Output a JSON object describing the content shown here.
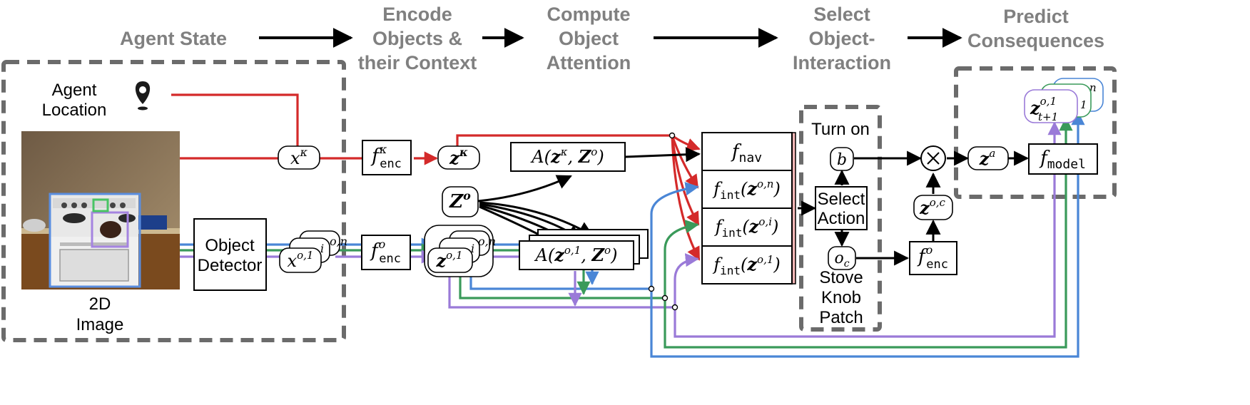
{
  "stages": {
    "agent_state": "Agent State",
    "encode_line1": "Encode",
    "encode_line2": "Objects  &",
    "encode_line3": "their Context",
    "attention_line1": "Compute",
    "attention_line2": "Object",
    "attention_line3": "Attention",
    "select_line1": "Select",
    "select_line2": "Object-",
    "select_line3": "Interaction",
    "predict_line1": "Predict",
    "predict_line2": "Consequences"
  },
  "inputs": {
    "agent_location_line1": "Agent",
    "agent_location_line2": "Location",
    "image_line1": "2D",
    "image_line2": "Image",
    "detector_line1": "Object",
    "detector_line2": "Detector"
  },
  "select": {
    "turn_on": "Turn on",
    "select_action_line1": "Select",
    "select_action_line2": "Action",
    "patch_line1": "Stove",
    "patch_line2": "Knob",
    "patch_line3": "Patch"
  },
  "colors": {
    "agent": "#d42a2a",
    "obj_n": "#4a86d6",
    "obj_i": "#3a9a5a",
    "obj_1": "#9a7ad8",
    "arrow": "#000000",
    "dashed_frame": "#6b6b6b",
    "stage_text": "#808080",
    "f_columns_strip": "#f7b7b7"
  },
  "icons": {
    "location": "location-pin-icon",
    "multiply": "multiply-circle-icon"
  }
}
